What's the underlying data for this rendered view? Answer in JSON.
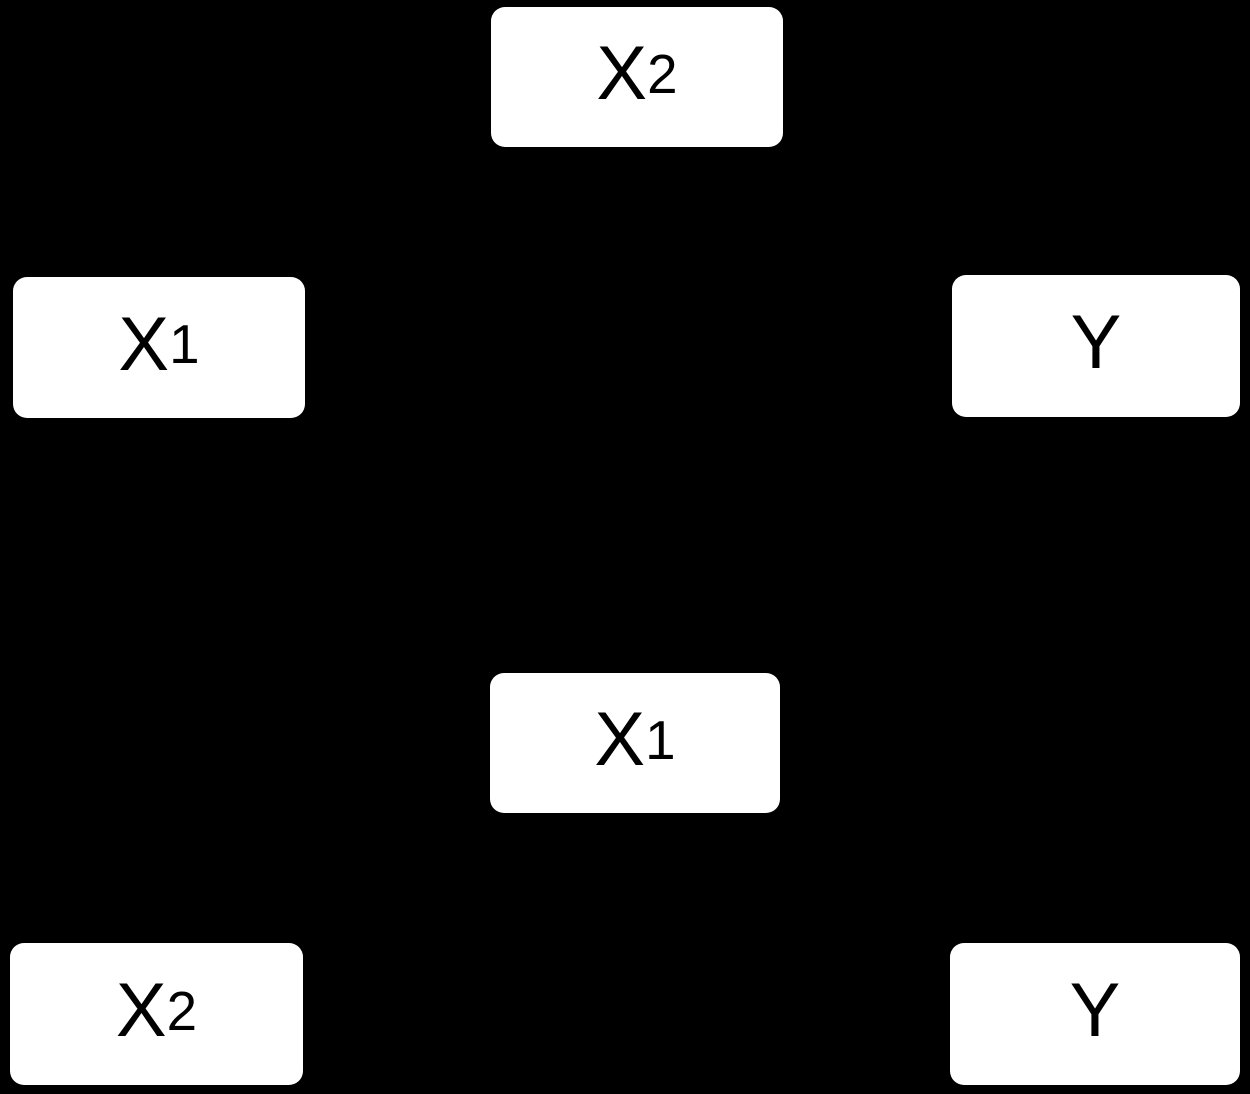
{
  "diagram": {
    "description": "Two causal graph panels of white rounded nodes on a black background; no edges are visible.",
    "colors": {
      "background": "#000000",
      "node_fill": "#ffffff",
      "node_text": "#000000"
    },
    "panels": [
      {
        "name": "top",
        "nodes": [
          {
            "id": "x2",
            "main": "X",
            "sub": "2"
          },
          {
            "id": "x1",
            "main": "X",
            "sub": "1"
          },
          {
            "id": "y",
            "main": "Y",
            "sub": ""
          }
        ]
      },
      {
        "name": "bottom",
        "nodes": [
          {
            "id": "x1",
            "main": "X",
            "sub": "1"
          },
          {
            "id": "x2",
            "main": "X",
            "sub": "2"
          },
          {
            "id": "y",
            "main": "Y",
            "sub": ""
          }
        ]
      }
    ]
  }
}
